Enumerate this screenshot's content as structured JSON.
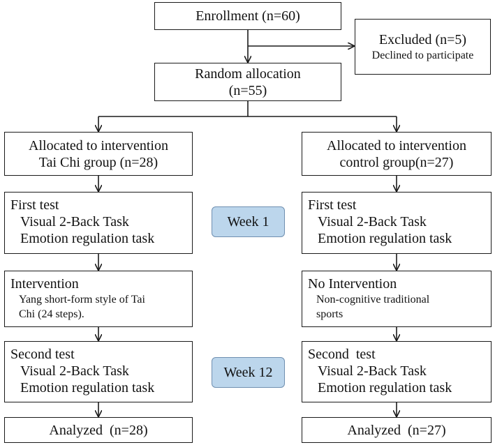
{
  "enrollment": "Enrollment (n=60)",
  "excluded": {
    "title": "Excluded (n=5)",
    "reason": "Declined to participate"
  },
  "allocation": {
    "line1": "Random allocation",
    "line2": "(n=55)"
  },
  "left": {
    "allocated": {
      "line1": "Allocated to intervention",
      "line2": "Tai Chi group (n=28)"
    },
    "first_test": {
      "title": "First test",
      "items": [
        "Visual 2-Back Task",
        "Emotion regulation task"
      ]
    },
    "intervention": {
      "title": "Intervention",
      "desc1": "Yang short-form style of Tai",
      "desc2": "Chi (24 steps)."
    },
    "second_test": {
      "title": "Second test",
      "items": [
        "Visual 2-Back Task",
        "Emotion regulation task"
      ]
    },
    "analyzed": "Analyzed  (n=28)"
  },
  "right": {
    "allocated": {
      "line1": "Allocated to intervention",
      "line2": "control group(n=27)"
    },
    "first_test": {
      "title": "First test",
      "items": [
        "Visual 2-Back Task",
        "Emotion regulation task"
      ]
    },
    "intervention": {
      "title": "No Intervention",
      "desc1": "Non-cognitive traditional",
      "desc2": "sports"
    },
    "second_test": {
      "title": "Second  test",
      "items": [
        "Visual 2-Back Task",
        "Emotion regulation task"
      ]
    },
    "analyzed": "Analyzed  (n=27)"
  },
  "weeks": {
    "week1": "Week 1",
    "week12": "Week 12"
  }
}
